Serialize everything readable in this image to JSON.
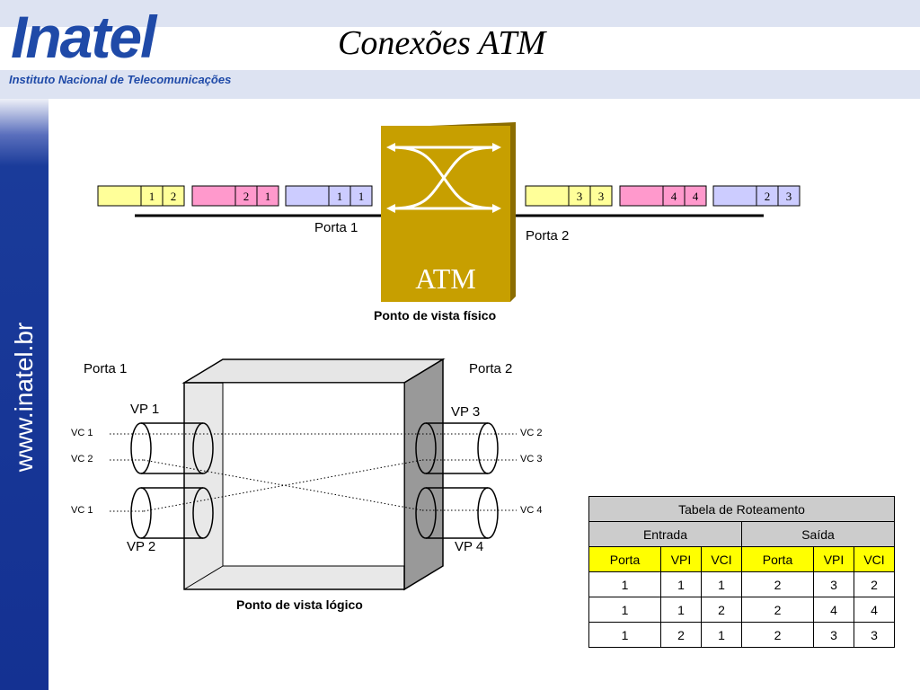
{
  "header": {
    "logo_text": "Inatel",
    "logo_subtitle": "Instituto Nacional de Telecomunicações",
    "title": "Conexões ATM"
  },
  "sidebar": {
    "url": "www.inatel.br"
  },
  "physical_view": {
    "switch_label": "ATM",
    "port1_label": "Porta 1",
    "port2_label": "Porta 2",
    "caption": "Ponto de vista físico",
    "colors": {
      "yellow": "#ffff99",
      "pink": "#ff99cc",
      "lavender": "#ccccff",
      "switch": "#c79f00",
      "switch_shadow": "#8b6d00"
    },
    "left_cells": [
      {
        "color": "yellow",
        "vpi": "1",
        "vci": "2"
      },
      {
        "color": "pink",
        "vpi": "2",
        "vci": "1"
      },
      {
        "color": "lavender",
        "vpi": "1",
        "vci": "1"
      }
    ],
    "right_cells": [
      {
        "color": "yellow",
        "vpi": "3",
        "vci": "3"
      },
      {
        "color": "pink",
        "vpi": "4",
        "vci": "4"
      },
      {
        "color": "lavender",
        "vpi": "2",
        "vci": "3"
      }
    ]
  },
  "logical_view": {
    "port1_label": "Porta 1",
    "port2_label": "Porta 2",
    "vp1": "VP 1",
    "vp2": "VP 2",
    "vp3": "VP 3",
    "vp4": "VP 4",
    "left_vc1_top": "VC 1",
    "left_vc2": "VC 2",
    "left_vc1_bottom": "VC 1",
    "right_vc2": "VC 2",
    "right_vc3": "VC 3",
    "right_vc4": "VC 4",
    "caption": "Ponto de vista lógico"
  },
  "routing_table": {
    "title": "Tabela de Roteamento",
    "group_in": "Entrada",
    "group_out": "Saída",
    "columns": [
      "Porta",
      "VPI",
      "VCI",
      "Porta",
      "VPI",
      "VCI"
    ],
    "rows": [
      [
        "1",
        "1",
        "1",
        "2",
        "3",
        "2"
      ],
      [
        "1",
        "1",
        "2",
        "2",
        "4",
        "4"
      ],
      [
        "1",
        "2",
        "1",
        "2",
        "3",
        "3"
      ]
    ]
  }
}
